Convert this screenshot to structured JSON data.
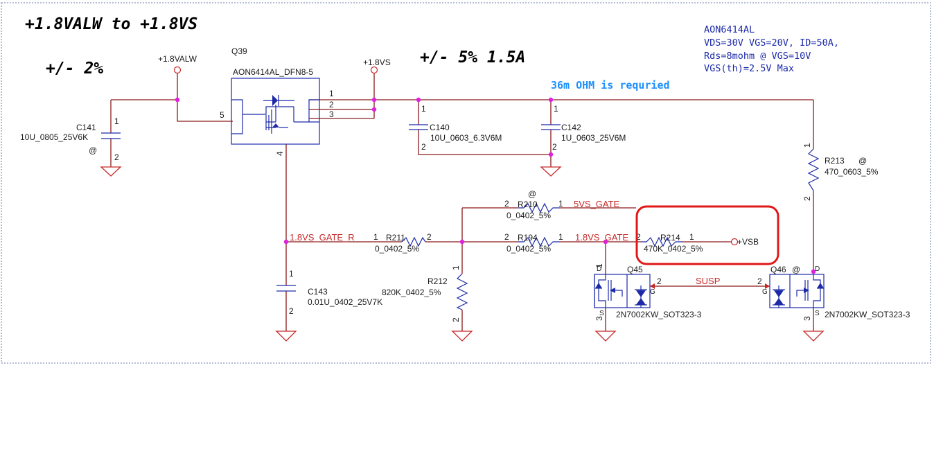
{
  "title": "+1.8VALW to +1.8VS",
  "tolerance_in": "+/- 2%",
  "tolerance_out": "+/- 5% 1.5A",
  "requirement": "36m OHM is requried",
  "mosfet_spec": [
    "AON6414AL",
    "VDS=30V VGS=20V,  ID=50A,",
    "Rds=8mohm @ VGS=10V",
    "VGS(th)=2.5V Max"
  ],
  "power": {
    "in": "+1.8VALW",
    "out": "+1.8VS",
    "vsb": "+VSB"
  },
  "nets": {
    "gate5": "5VS_GATE",
    "gate18": "1.8VS_GATE",
    "gate_r": "1.8VS_GATE_R",
    "susp": "SUSP"
  },
  "q39": {
    "ref": "Q39",
    "part": "AON6414AL_DFN8-5"
  },
  "c141": {
    "ref": "C141",
    "value": "10U_0805_25V6K",
    "note": "@"
  },
  "c140": {
    "ref": "C140",
    "value": "10U_0603_6.3V6M"
  },
  "c142": {
    "ref": "C142",
    "value": "1U_0603_25V6M"
  },
  "c143": {
    "ref": "C143",
    "value": "0.01U_0402_25V7K"
  },
  "r213": {
    "ref": "R213",
    "note": "@",
    "value": "470_0603_5%"
  },
  "r210": {
    "ref": "R210",
    "note": "@",
    "value": "0_0402_5%"
  },
  "r194": {
    "ref": "R194",
    "value": "0_0402_5%"
  },
  "r211": {
    "ref": "R211",
    "value": "0_0402_5%"
  },
  "r212": {
    "ref": "R212",
    "value": "820K_0402_5%"
  },
  "r214": {
    "ref": "R214",
    "value": "470K_0402_5%"
  },
  "q45": {
    "ref": "Q45",
    "part": "2N7002KW_SOT323-3"
  },
  "q46": {
    "ref": "Q46",
    "note": "@",
    "part": "2N7002KW_SOT323-3"
  },
  "pin_labels": {
    "d": "D",
    "g": "G",
    "s": "S",
    "p1": "1",
    "p2": "2",
    "p3": "3",
    "p4": "4",
    "p5": "5"
  },
  "highlight_color": "#e01818"
}
